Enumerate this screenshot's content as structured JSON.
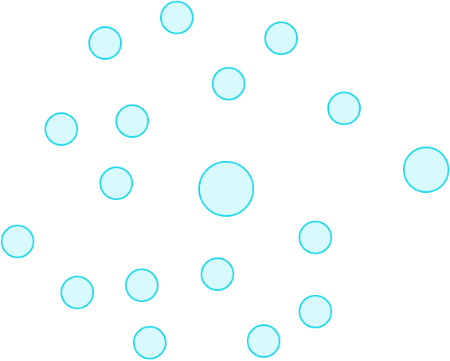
{
  "canvas": {
    "background": "#ffffff",
    "bubble_fill": "#d8fafd",
    "bubble_stroke": "#12d5ec"
  },
  "bubbles": [
    {
      "id": "b01",
      "size": "small"
    },
    {
      "id": "b02",
      "size": "small"
    },
    {
      "id": "b03",
      "size": "small"
    },
    {
      "id": "b04",
      "size": "small"
    },
    {
      "id": "b05",
      "size": "small"
    },
    {
      "id": "b06",
      "size": "small"
    },
    {
      "id": "b07",
      "size": "small"
    },
    {
      "id": "b08",
      "size": "small"
    },
    {
      "id": "b09",
      "size": "large"
    },
    {
      "id": "b10",
      "size": "medium"
    },
    {
      "id": "b11",
      "size": "small"
    },
    {
      "id": "b12",
      "size": "small"
    },
    {
      "id": "b13",
      "size": "small"
    },
    {
      "id": "b14",
      "size": "small"
    },
    {
      "id": "b15",
      "size": "small"
    },
    {
      "id": "b16",
      "size": "small"
    },
    {
      "id": "b17",
      "size": "small"
    },
    {
      "id": "b18",
      "size": "small"
    },
    {
      "id": "b19",
      "size": "small"
    }
  ]
}
